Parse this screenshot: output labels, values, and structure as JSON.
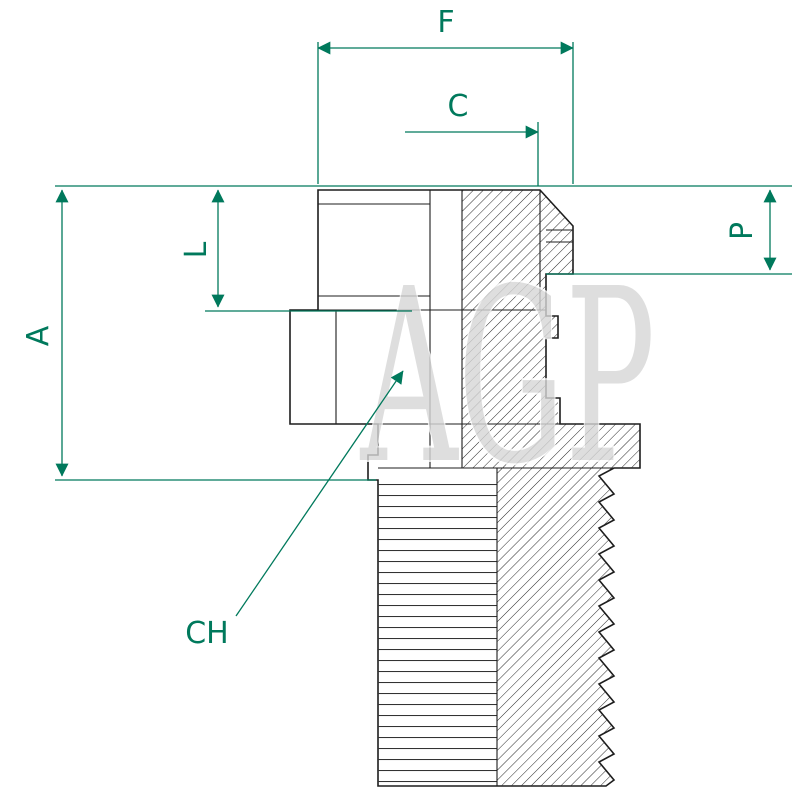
{
  "diagram": {
    "type": "technical-drawing-hose-fitting-half-section",
    "watermark": "AGP",
    "dimension_labels": {
      "f": "F",
      "c": "C",
      "p": "P",
      "l": "L",
      "a": "A",
      "ch": "CH"
    },
    "colors": {
      "dimension_line": "#00795c",
      "part_fill": "#ccd8d1",
      "outline": "#1d1d1d",
      "hatch": "#2a2a2a",
      "ridge": "#333333",
      "watermark": "#d7d7d7",
      "background": "#ffffff"
    }
  }
}
